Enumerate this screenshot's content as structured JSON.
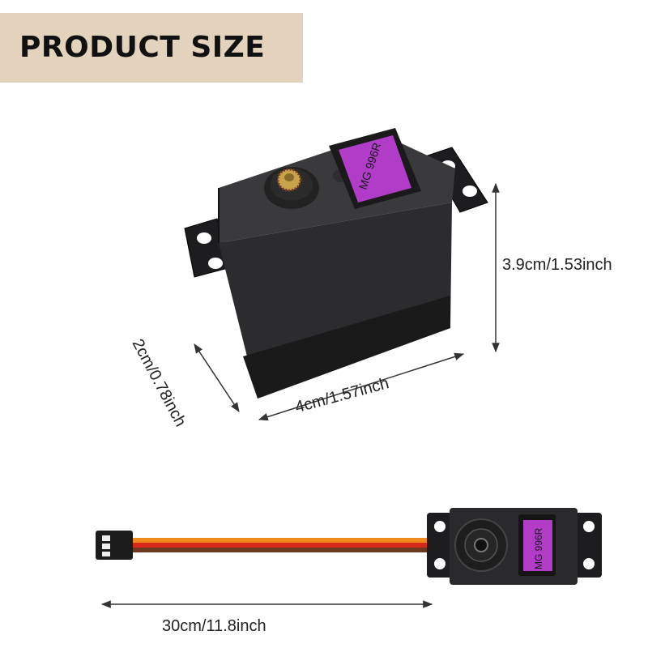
{
  "title": "PRODUCT SIZE",
  "servo_label": "MG 996R",
  "dimensions": {
    "height": "3.9cm/1.53inch",
    "width": "4cm/1.57inch",
    "depth": "2cm/0.78inch",
    "cable": "30cm/11.8inch"
  },
  "colors": {
    "banner": "#e3d3bc",
    "servo_body": "#2b2b2d",
    "label_purple": "#b03cc8",
    "wire_orange": "#f08a1e",
    "wire_red": "#d8281c",
    "wire_brown": "#6b3a1e"
  }
}
